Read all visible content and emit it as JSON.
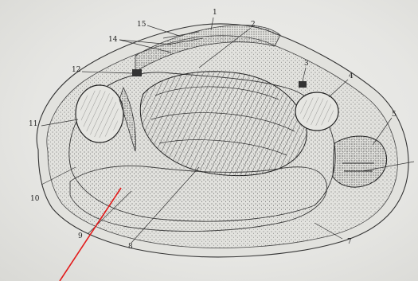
{
  "labels": [
    "1",
    "2",
    "3",
    "4",
    "5",
    "7",
    "8",
    "9",
    "10",
    "11",
    "12",
    "14",
    "15"
  ],
  "colors": {
    "background": "#e9e9e6",
    "ink": "#2a2a2a",
    "pointer": "#e21b1b"
  }
}
